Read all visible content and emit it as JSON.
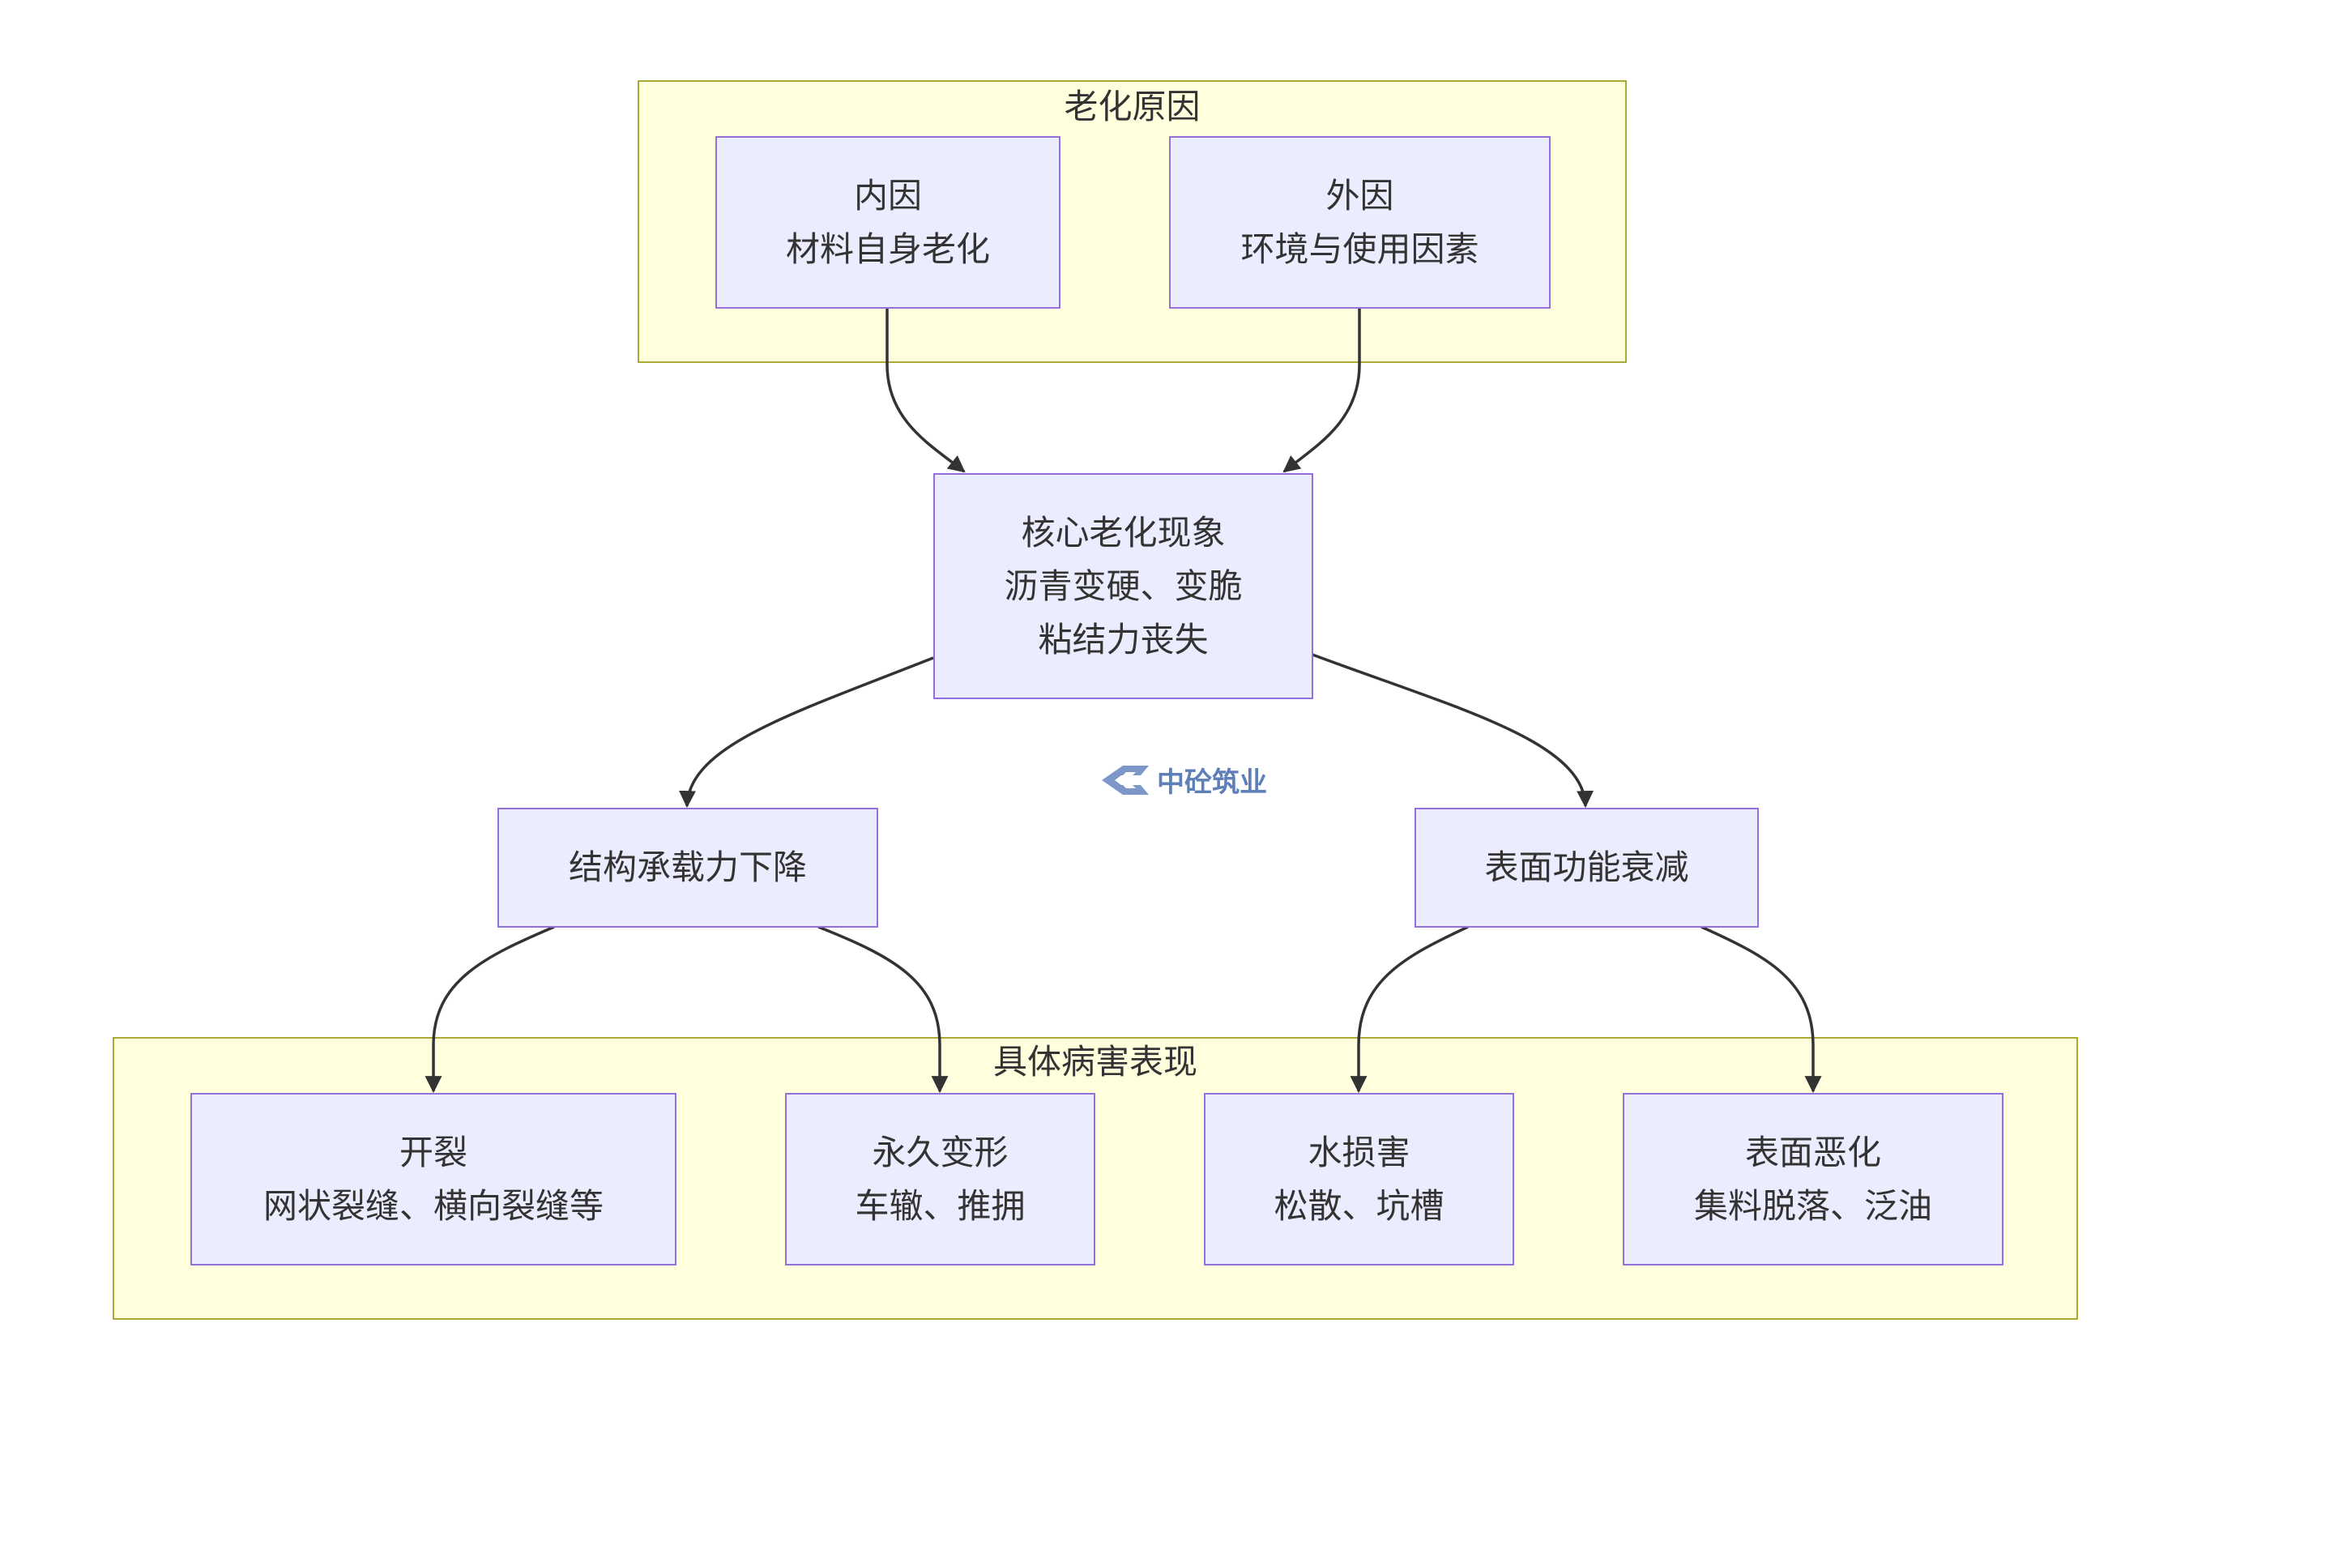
{
  "clusters": {
    "causes": {
      "title": "老化原因"
    },
    "damages": {
      "title": "具体病害表现"
    }
  },
  "nodes": {
    "internal": {
      "line1": "内因",
      "line2": "材料自身老化"
    },
    "external": {
      "line1": "外因",
      "line2": "环境与使用因素"
    },
    "core": {
      "line1": "核心老化现象",
      "line2": "沥青变硬、变脆",
      "line3": "粘结力丧失"
    },
    "structural": {
      "line1": "结构承载力下降"
    },
    "surface_function": {
      "line1": "表面功能衰减"
    },
    "cracking": {
      "line1": "开裂",
      "line2": "网状裂缝、横向裂缝等"
    },
    "deformation": {
      "line1": "永久变形",
      "line2": "车辙、推拥"
    },
    "water_damage": {
      "line1": "水损害",
      "line2": "松散、坑槽"
    },
    "surface_deterioration": {
      "line1": "表面恶化",
      "line2": "集料脱落、泛油"
    }
  },
  "watermark": {
    "text": "中砼筑业",
    "color": "#5e7fb8"
  },
  "colors": {
    "cluster_fill": "#ffffde",
    "cluster_border": "#aaaa33",
    "node_fill": "#ececff",
    "node_border": "#9370db",
    "edge": "#333333",
    "text": "#333333"
  }
}
